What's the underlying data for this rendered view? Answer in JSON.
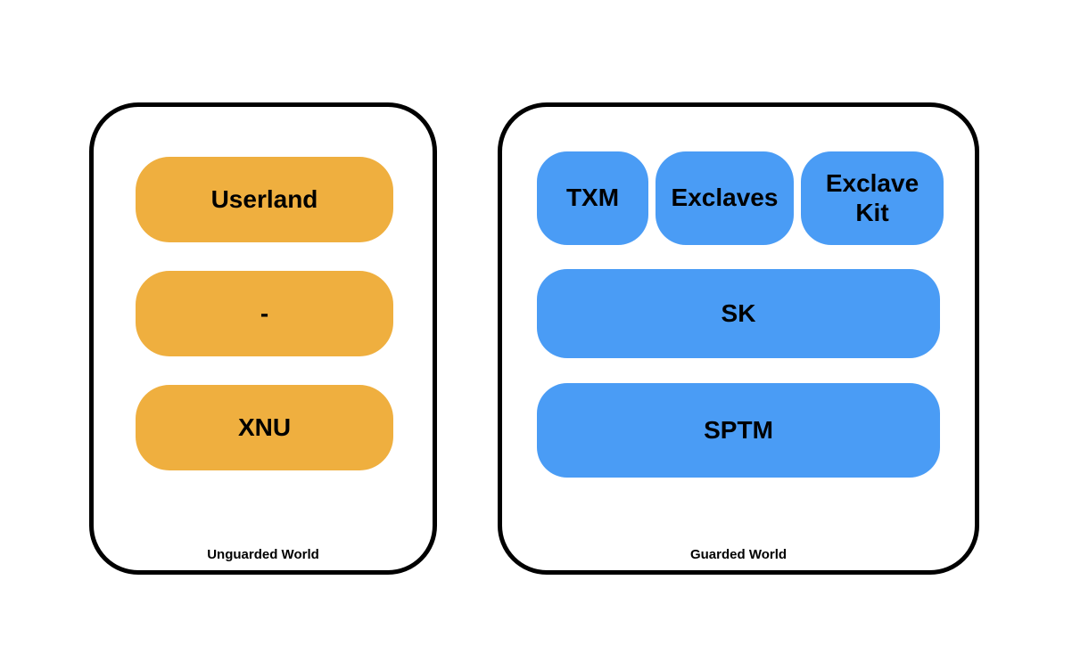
{
  "panels": {
    "left": {
      "caption": "Unguarded World",
      "boxes": [
        {
          "label": "Userland"
        },
        {
          "label": "-"
        },
        {
          "label": "XNU"
        }
      ]
    },
    "right": {
      "caption": "Guarded World",
      "small_boxes": [
        {
          "label": "TXM"
        },
        {
          "label": "Exclaves"
        },
        {
          "label": "Exclave Kit"
        }
      ],
      "wide_boxes": [
        {
          "label": "SK"
        },
        {
          "label": "SPTM"
        }
      ]
    }
  },
  "colors": {
    "unguarded_box": "#EFAF3F",
    "guarded_box": "#4A9CF5",
    "outline": "#000000",
    "text": "#000000",
    "background": "#FFFFFF"
  }
}
